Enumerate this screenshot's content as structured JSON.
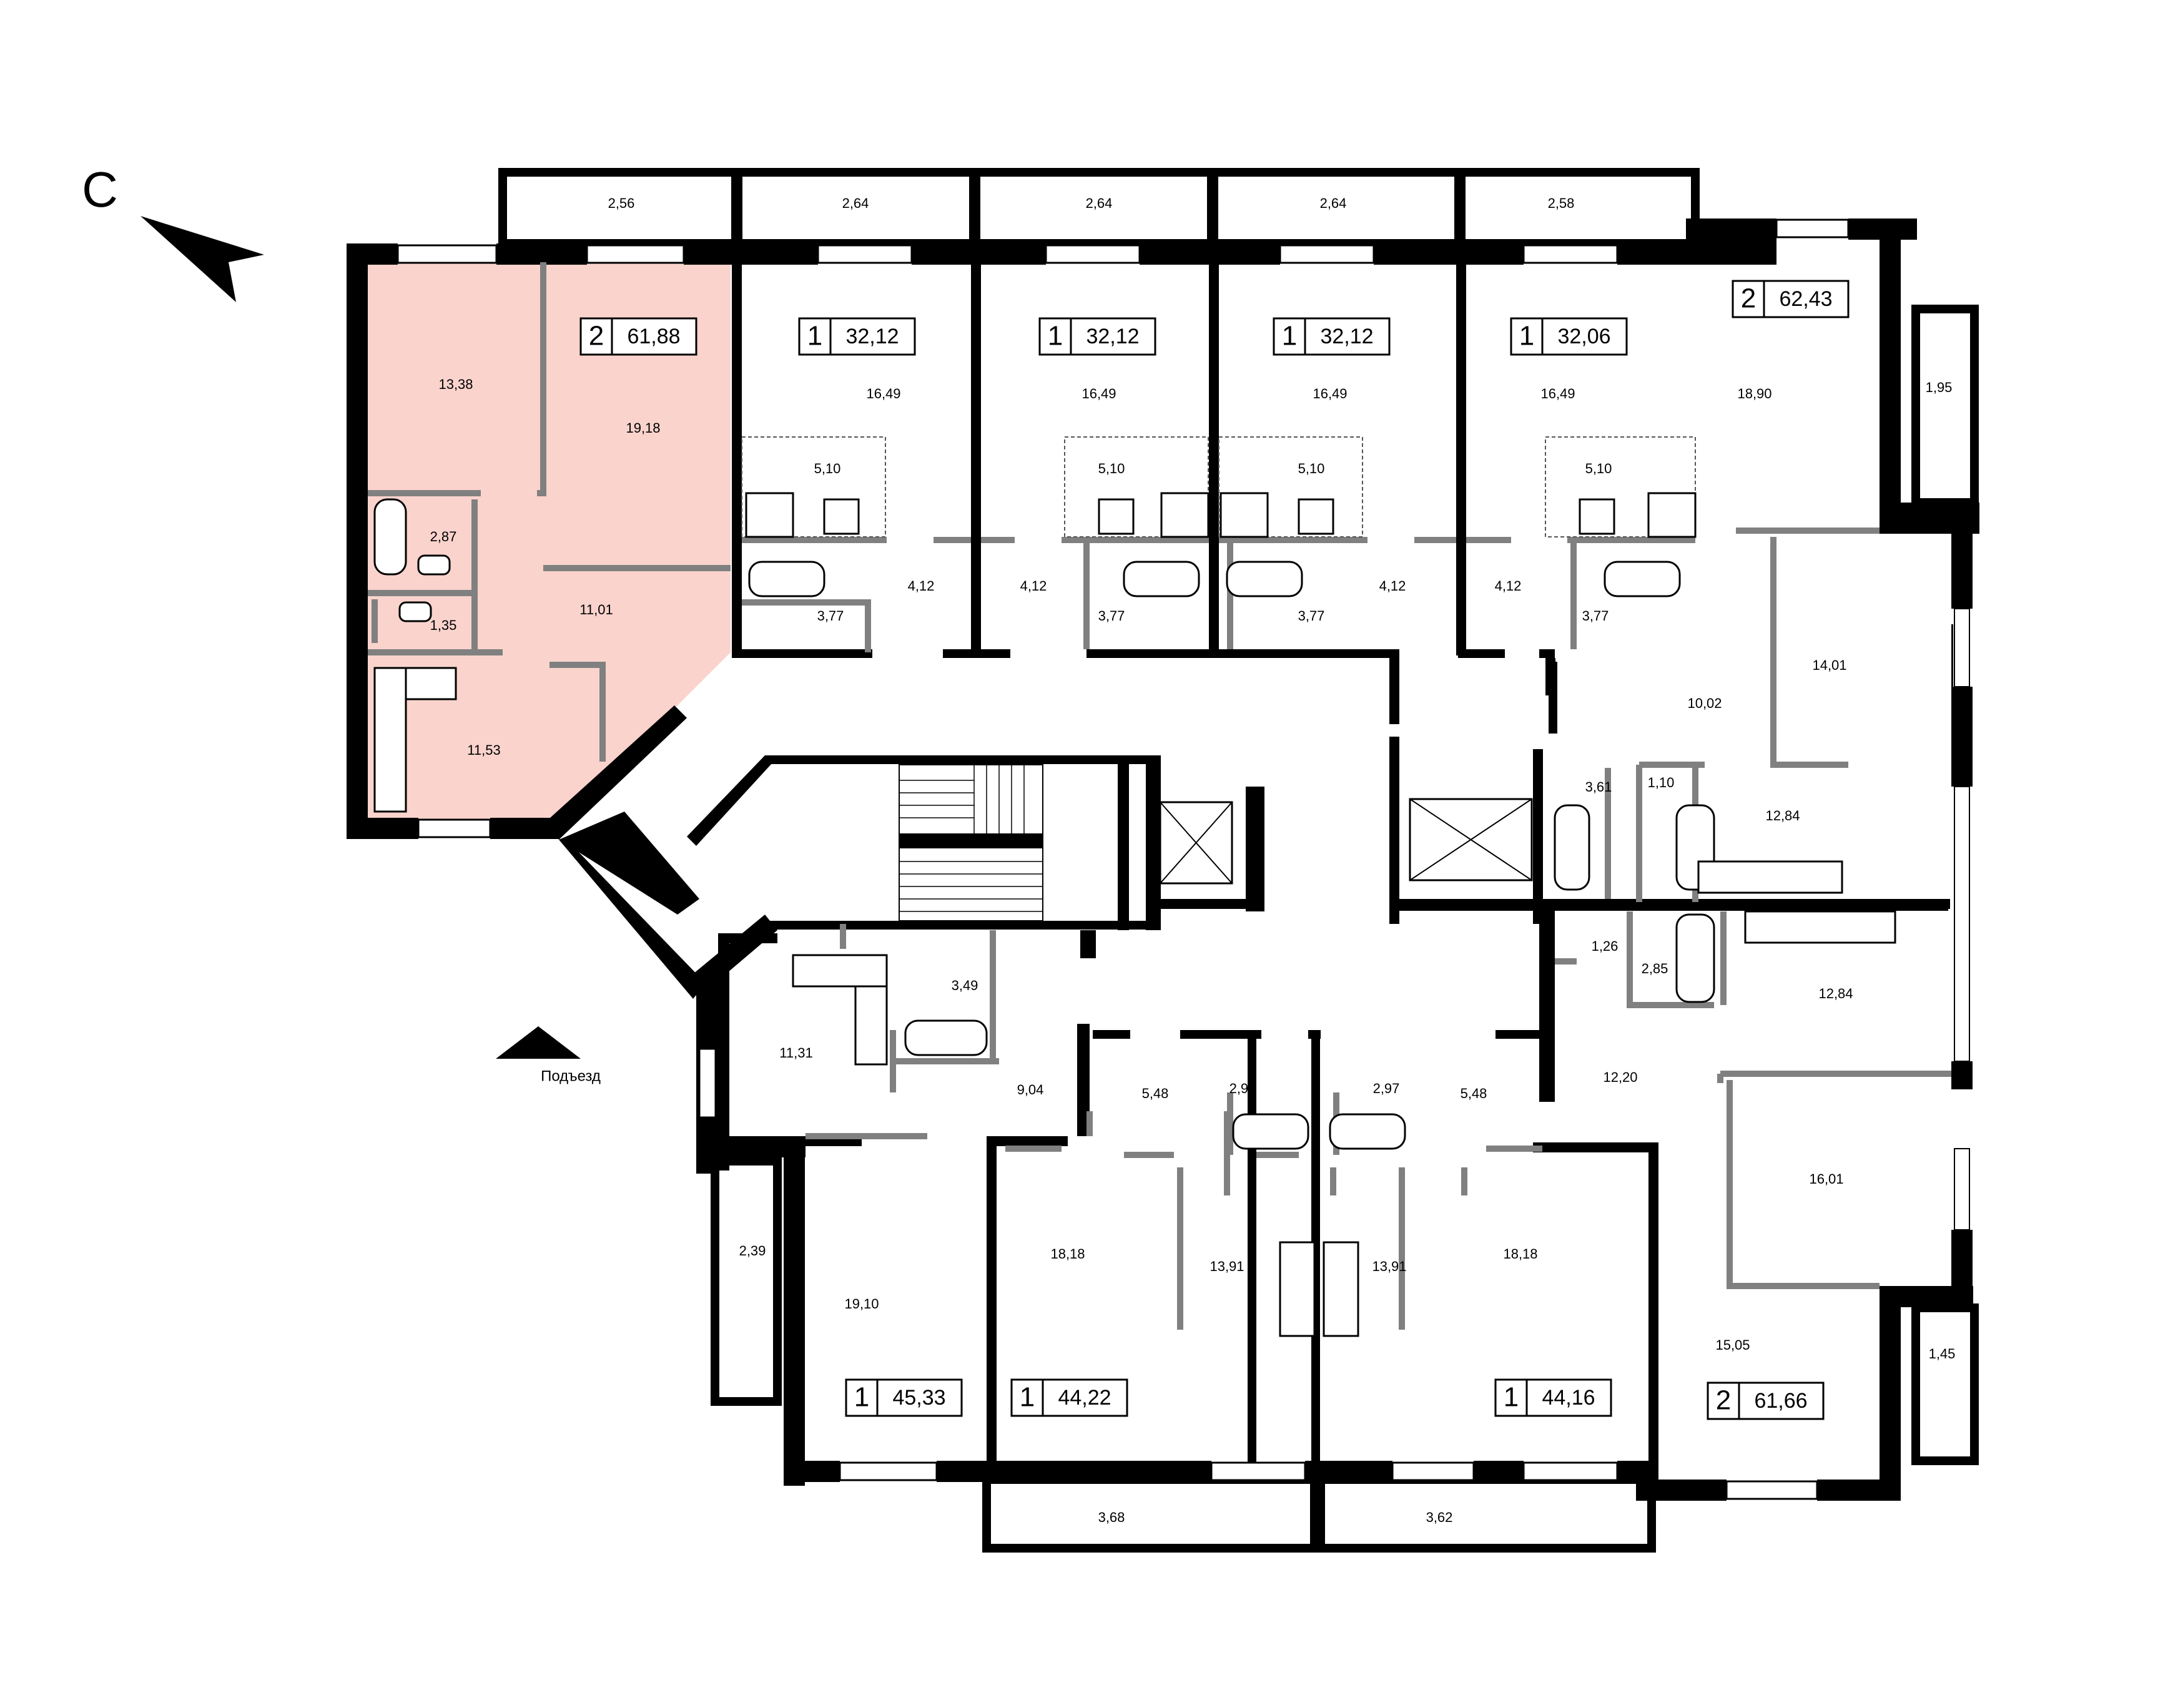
{
  "compass": {
    "north_label": "С"
  },
  "entrance": {
    "label": "Подъезд"
  },
  "highlight_color": "#f9d3cc",
  "apartments": [
    {
      "rooms": "2",
      "area": "61,88",
      "highlighted": true
    },
    {
      "rooms": "1",
      "area": "32,12"
    },
    {
      "rooms": "1",
      "area": "32,12"
    },
    {
      "rooms": "1",
      "area": "32,12"
    },
    {
      "rooms": "1",
      "area": "32,06"
    },
    {
      "rooms": "2",
      "area": "62,43"
    },
    {
      "rooms": "1",
      "area": "45,33"
    },
    {
      "rooms": "1",
      "area": "44,22"
    },
    {
      "rooms": "1",
      "area": "44,16"
    },
    {
      "rooms": "2",
      "area": "61,66"
    }
  ],
  "room_areas": [
    "2,56",
    "2,64",
    "2,64",
    "2,64",
    "2,58",
    "13,38",
    "19,18",
    "2,87",
    "1,35",
    "11,01",
    "11,53",
    "16,49",
    "5,10",
    "3,77",
    "4,12",
    "16,49",
    "5,10",
    "4,12",
    "3,77",
    "16,49",
    "5,10",
    "3,77",
    "4,12",
    "16,49",
    "5,10",
    "4,12",
    "3,77",
    "18,90",
    "1,95",
    "14,01",
    "10,02",
    "3,61",
    "1,10",
    "12,84",
    "1,26",
    "2,85",
    "12,84",
    "12,20",
    "16,01",
    "15,05",
    "1,45",
    "11,31",
    "3,49",
    "9,04",
    "2,39",
    "19,10",
    "5,48",
    "2,97",
    "2,97",
    "5,48",
    "18,18",
    "13,91",
    "13,91",
    "18,18",
    "3,68",
    "3,62"
  ]
}
